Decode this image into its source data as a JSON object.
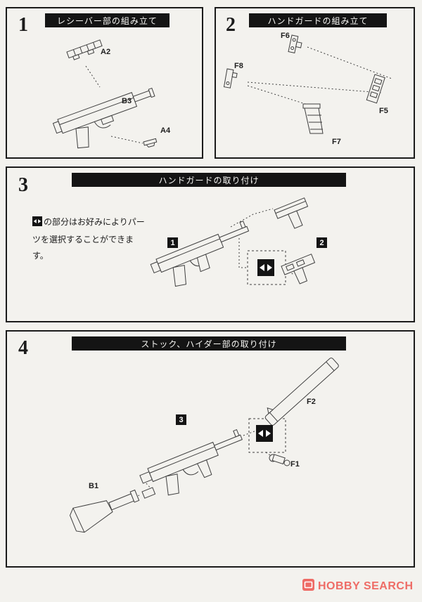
{
  "page": {
    "background": "#f3f2ee",
    "ink": "#1b1b1b",
    "accent_red": "#ee6c66"
  },
  "steps": [
    {
      "number": "1",
      "title": "レシーバー部の組み立て",
      "parts": {
        "a2": "A2",
        "b3": "B3",
        "a4": "A4"
      }
    },
    {
      "number": "2",
      "title": "ハンドガードの組み立て",
      "parts": {
        "f6": "F6",
        "f8": "F8",
        "f5": "F5",
        "f7": "F7"
      }
    },
    {
      "number": "3",
      "title": "ハンドガードの取り付け",
      "note": "の部分はお好みによりパーツを選択することができます。",
      "badges": {
        "option1": "1",
        "option2": "2"
      }
    },
    {
      "number": "4",
      "title": "ストック、ハイダー部の取り付け",
      "badges": {
        "assembly": "3"
      },
      "parts": {
        "f2": "F2",
        "f1": "F1",
        "b1": "B1"
      }
    }
  ],
  "footer": {
    "brand": "HOBBY SEARCH"
  }
}
